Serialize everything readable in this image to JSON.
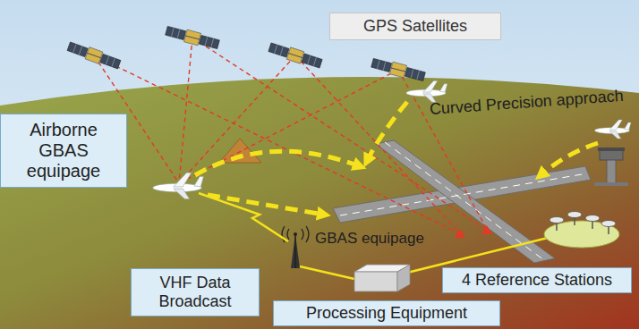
{
  "diagram": {
    "nodes": [
      {
        "text": [
          "GPS Satellites"
        ]
      },
      {
        "text": [
          "Airborne GBAS equipage"
        ]
      },
      {
        "text": [
          "VHF Data Broadcast"
        ]
      },
      {
        "text": [
          "Processing Equipment"
        ]
      },
      {
        "text": [
          "4 Reference Stations"
        ]
      }
    ],
    "labels": [
      "Curved Precision approach",
      "GBAS equipage"
    ]
  }
}
